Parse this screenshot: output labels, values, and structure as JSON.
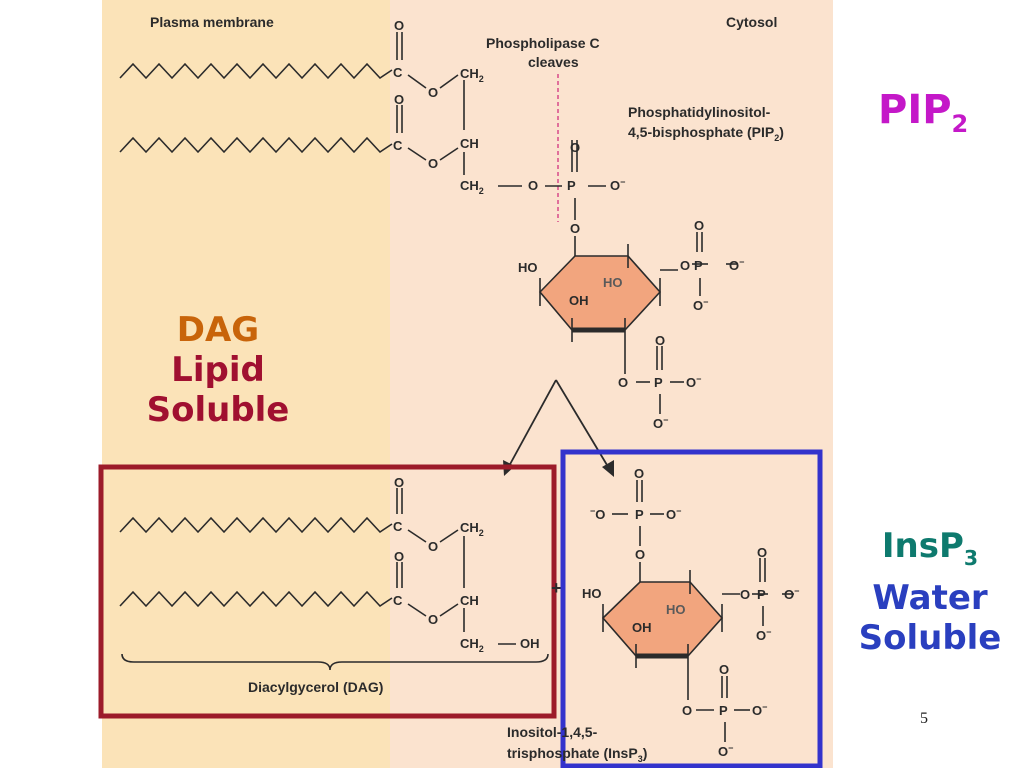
{
  "slide": {
    "page_number": "5"
  },
  "diagram": {
    "labels": {
      "plasma_membrane": "Plasma membrane",
      "cytosol": "Cytosol",
      "phospholipase_line1": "Phospholipase C",
      "phospholipase_line2": "cleaves",
      "pip2_name_line1": "Phosphatidylinositol-",
      "pip2_name_line2": "4,5-bisphosphate (PIP",
      "pip2_name_sub": "2",
      "pip2_name_close": ")",
      "dag_name": "Diacylgycerol (DAG)",
      "insp3_name_line1": "Inositol-1,4,5-",
      "insp3_name_line2": "trisphosphate (InsP",
      "insp3_name_sub": "3",
      "insp3_name_close": ")"
    },
    "atoms": {
      "oxygen": "O",
      "carbon": "C",
      "phosphorus": "P",
      "ch2": "CH",
      "ch": "CH",
      "two": "2",
      "o_minus": "O",
      "minus": "−",
      "ho": "HO",
      "oh": "OH",
      "plus": "+"
    },
    "colors": {
      "membrane_bg": "#fbe3b8",
      "cytosol_bg": "#fbe3cf",
      "ring_fill": "#f2a57e",
      "dag_box": "#9c1b2a",
      "insp3_box": "#3333cc",
      "cleave_line": "#d84a8a"
    }
  },
  "callouts": {
    "pip2": {
      "main": "PIP",
      "sub": "2"
    },
    "dag": {
      "line1": "DAG",
      "line2": "Lipid",
      "line3": "Soluble"
    },
    "insp3": {
      "main": "InsP",
      "sub": "3",
      "line2": "Water",
      "line3": "Soluble"
    }
  }
}
